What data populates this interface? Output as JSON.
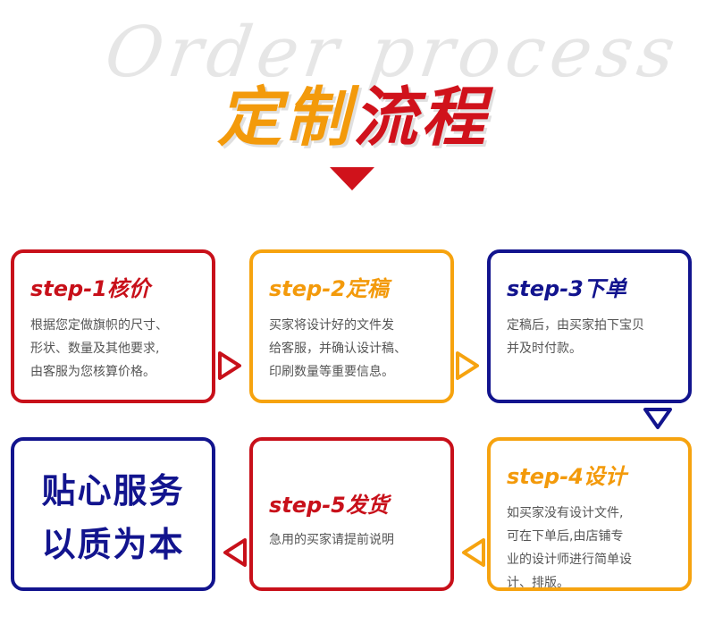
{
  "watermark": "Order process",
  "title": {
    "part1": "定制",
    "part2": "流程"
  },
  "steps": [
    {
      "label": "step-1核价",
      "desc": "根据您定做旗帜的尺寸、\n形状、数量及其他要求,\n由客服为您核算价格。"
    },
    {
      "label": "step-2定稿",
      "desc": "买家将设计好的文件发\n给客服，并确认设计稿、\n印刷数量等重要信息。"
    },
    {
      "label": "step-3下单",
      "desc": "定稿后，由买家拍下宝贝\n并及时付款。"
    },
    {
      "label": "step-4设计",
      "desc": "如买家没有设计文件,\n可在下单后,由店铺专\n业的设计师进行简单设\n计、排版。"
    },
    {
      "label": "step-5发货",
      "desc": "急用的买家请提前说明"
    }
  ],
  "slogan": {
    "line1": "贴心服务",
    "line2": "以质为本"
  },
  "colors": {
    "red": "#c8101a",
    "orange": "#f6a30f",
    "blue": "#12148e"
  }
}
